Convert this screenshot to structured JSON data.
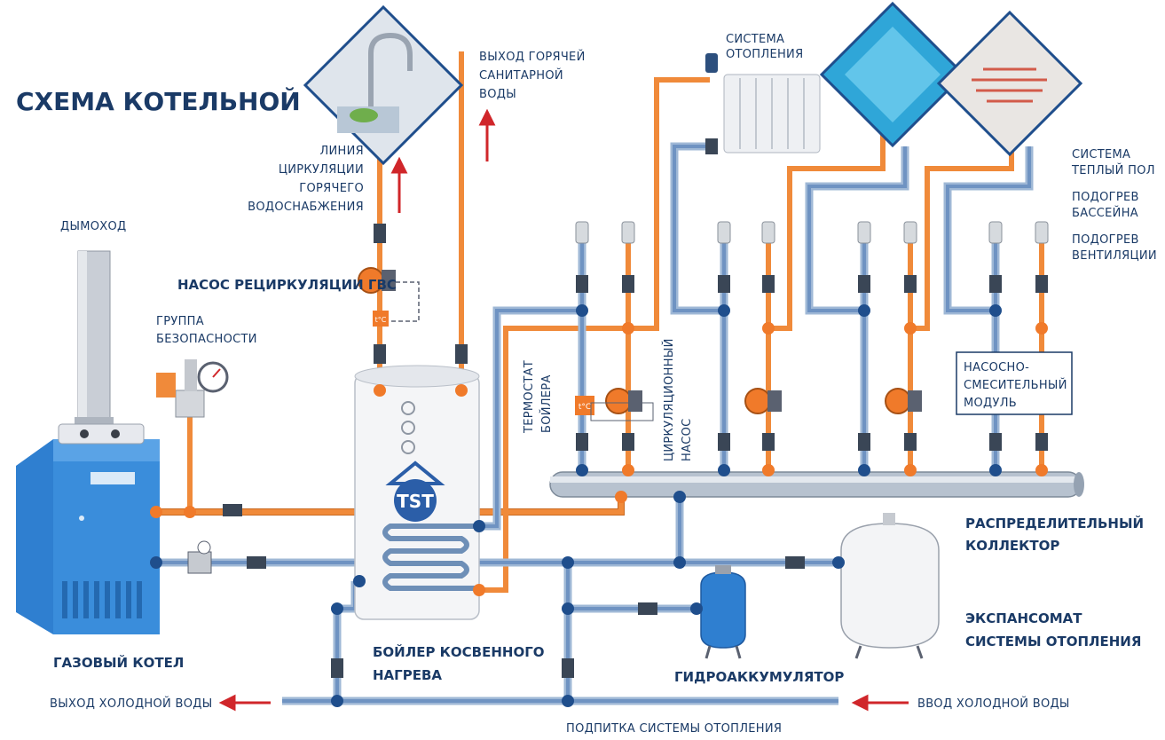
{
  "title": "СХЕМА КОТЕЛЬНОЙ",
  "labels": {
    "chimney": "ДЫМОХОД",
    "circulation_line": [
      "ЛИНИЯ",
      "ЦИРКУЛЯЦИИ",
      "ГОРЯЧЕГО",
      "ВОДОСНАБЖЕНИЯ"
    ],
    "hot_water_out": [
      "ВЫХОД ГОРЯЧЕЙ",
      "САНИТАРНОЙ",
      "ВОДЫ"
    ],
    "heating_system": [
      "СИСТЕМА",
      "ОТОПЛЕНИЯ"
    ],
    "floor_heating": [
      "СИСТЕМА",
      "ТЕПЛЫЙ ПОЛ"
    ],
    "pool_heating": [
      "ПОДОГРЕВ",
      "БАССЕЙНА"
    ],
    "ventilation_heating": [
      "ПОДОГРЕВ",
      "ВЕНТИЛЯЦИИ"
    ],
    "dhw_pump": "НАСОС РЕЦИРКУЛЯЦИИ ГВС",
    "safety_group": [
      "ГРУППА",
      "БЕЗОПАСНОСТИ"
    ],
    "boiler_thermostat": [
      "ТЕРМОСТАТ",
      "БОЙЛЕРА"
    ],
    "circulation_pump": [
      "ЦИРКУЛЯЦИОННЫЙ",
      "НАСОС"
    ],
    "mixing_module": [
      "НАСОСНО-",
      "СМЕСИТЕЛЬНЫЙ",
      "МОДУЛЬ"
    ],
    "manifold": [
      "РАСПРЕДЕЛИТЕЛЬНЫЙ",
      "КОЛЛЕКТОР"
    ],
    "expansion_tank": [
      "ЭКСПАНСОМАТ",
      "СИСТЕМЫ ОТОПЛЕНИЯ"
    ],
    "gas_boiler": "ГАЗОВЫЙ КОТЕЛ",
    "indirect_boiler": [
      "БОЙЛЕР КОСВЕННОГО",
      "НАГРЕВА"
    ],
    "accumulator": "ГИДРОАККУМУЛЯТОР",
    "cold_water_out": "ВЫХОД ХОЛОДНОЙ ВОДЫ",
    "cold_water_in": "ВВОД ХОЛОДНОЙ ВОДЫ",
    "makeup": "ПОДПИТКА СИСТЕМЫ ОТОПЛЕНИЯ",
    "thermometer_unit": "t°C",
    "logo_text": "TST"
  },
  "colors": {
    "hot_pipe": "#f08a3a",
    "cold_pipe": "#9fb8d6",
    "node_blue": "#1f4e8c",
    "node_orange": "#f07a2a",
    "boiler_blue": "#2f7fd0",
    "label_navy": "#1a3a66",
    "arrow_red": "#d0262a"
  }
}
